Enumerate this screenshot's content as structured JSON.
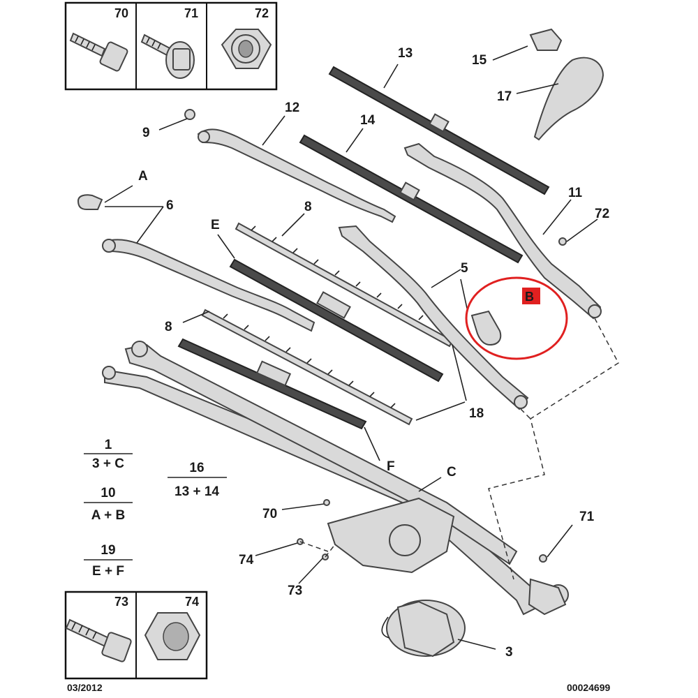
{
  "diagram": {
    "callouts": {
      "p3": "3",
      "p5": "5",
      "p6": "6",
      "p8a": "8",
      "p8b": "8",
      "p9": "9",
      "p11": "11",
      "p12": "12",
      "p13": "13",
      "p14": "14",
      "p15": "15",
      "p17": "17",
      "p18": "18",
      "p70": "70",
      "p71": "71",
      "p72": "72",
      "p73": "73",
      "p74": "74",
      "pA": "A",
      "pC": "C",
      "pE": "E",
      "pF": "F"
    },
    "highlight_label": "B",
    "highlight_color": "#e02020",
    "kit_box_top": {
      "c70": "70",
      "c71": "71",
      "c72": "72"
    },
    "kit_box_bottom": {
      "c73": "73",
      "c74": "74"
    },
    "legend": [
      {
        "num": "1",
        "den": "3 + C"
      },
      {
        "num": "10",
        "den": "A + B"
      },
      {
        "num": "19",
        "den": "E + F"
      },
      {
        "num": "16",
        "den": "13 + 14"
      }
    ],
    "footer": {
      "date": "03/2012",
      "ref": "00024699"
    }
  }
}
